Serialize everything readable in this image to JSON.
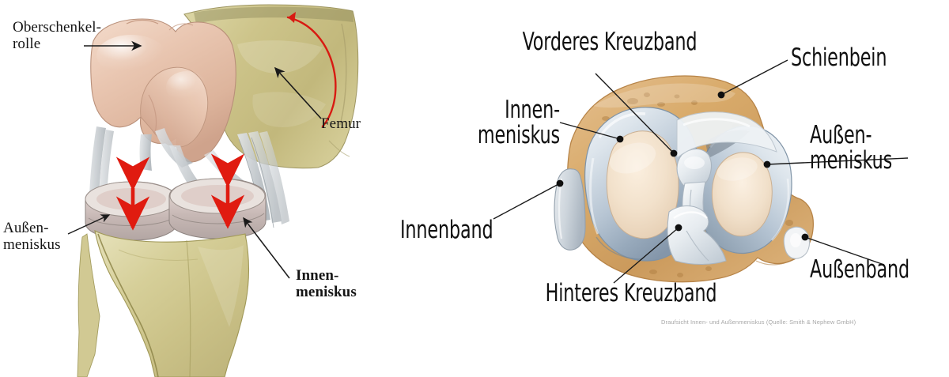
{
  "figure": {
    "title_present": false,
    "background_color": "#ffffff",
    "panels": [
      {
        "id": "front-view",
        "description": "Frontal view of knee joint showing femur, femoral condyles, menisci and tibia",
        "label_style": "serif",
        "labels": [
          {
            "id": "oberschenkelrolle",
            "text": "Oberschenkel-\nrolle",
            "bold": false
          },
          {
            "id": "femur",
            "text": "Femur",
            "bold": false
          },
          {
            "id": "aussenmeniskus",
            "text": "Außen-\nmeniskus",
            "bold": false
          },
          {
            "id": "innenmeniskus",
            "text": "Innen-\nmeniskus",
            "bold": true
          }
        ],
        "annotations": {
          "arrow_color": "#e01b10",
          "arrow_count": 2,
          "curved_arrow_color": "#d81a12",
          "leader_color": "#1a1a1a"
        }
      },
      {
        "id": "top-view",
        "description": "Top view (Draufsicht) of tibial plateau with menisci and cruciate ligaments",
        "label_style": "sans-condensed",
        "labels": [
          {
            "id": "vorderes-kreuzband",
            "text": "Vorderes Kreuzband"
          },
          {
            "id": "schienbein",
            "text": "Schienbein"
          },
          {
            "id": "innenmeniskus",
            "text": "Innen-\nmeniskus"
          },
          {
            "id": "aussenmeniskus",
            "text": "Außen-\nmeniskus"
          },
          {
            "id": "innenband",
            "text": "Innenband"
          },
          {
            "id": "hinteres-kreuzband",
            "text": "Hinteres Kreuzband"
          },
          {
            "id": "aussenband",
            "text": "Außenband"
          }
        ],
        "caption": "Draufsicht Innen- und Außenmeniskus (Quelle: Smith & Nephew GmbH)",
        "annotations": {
          "leader_color": "#1a1a1a",
          "dot_color": "#101010",
          "dot_count": 7
        }
      }
    ],
    "colors": {
      "bone_khaki": "#c9c189",
      "bone_tan": "#d9ab6b",
      "cartilage_pink": "#e8c6b0",
      "cartilage_cream": "#f0ddc6",
      "meniscus_gray_blue": "#b9c6d2",
      "ligament_gray": "#cfd4d8",
      "arrow_red": "#e01b10",
      "leader_black": "#1a1a1a",
      "caption_gray": "#a8a8a8",
      "text_black": "#101010"
    }
  }
}
